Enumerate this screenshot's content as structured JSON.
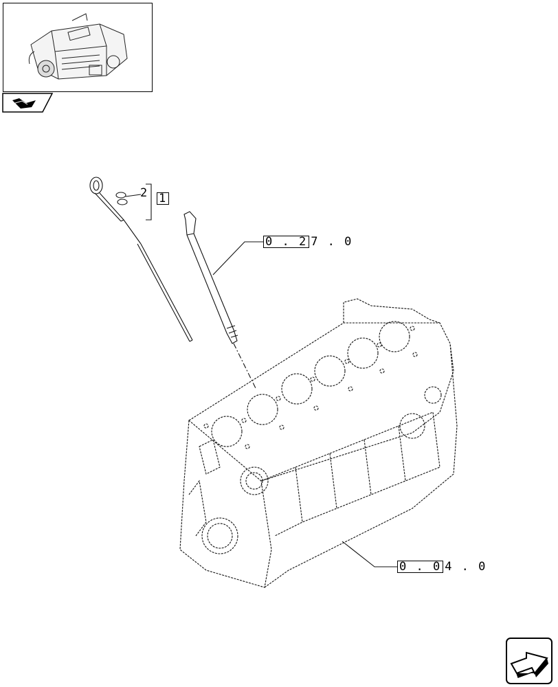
{
  "labels": {
    "dipstick_qty": "2",
    "dipstick_ref": "1",
    "tube_ref_box": "0 . 2",
    "tube_ref_rest": "7 . 0",
    "block_ref_box": "0 . 0",
    "block_ref_rest": "4 . 0"
  },
  "icons": {
    "thumbnail": "engine-thumbnail-icon",
    "header_tab": "book-tab-icon",
    "nav_next": "next-page-arrow-icon"
  }
}
